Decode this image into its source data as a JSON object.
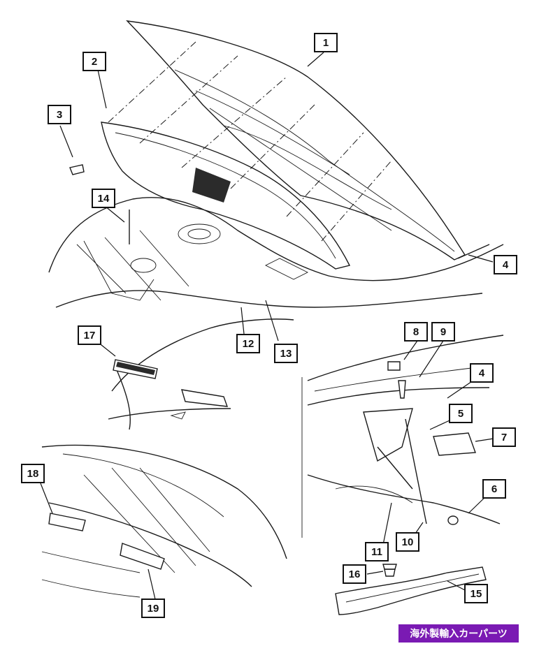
{
  "diagram": {
    "callouts": [
      "1",
      "2",
      "3",
      "4",
      "14",
      "12",
      "13",
      "17",
      "8",
      "9",
      "4",
      "5",
      "7",
      "6",
      "18",
      "10",
      "11",
      "16",
      "15",
      "19"
    ]
  },
  "watermark": {
    "text": "海外製輸入カーパーツ",
    "color": "#7a1ab3"
  }
}
